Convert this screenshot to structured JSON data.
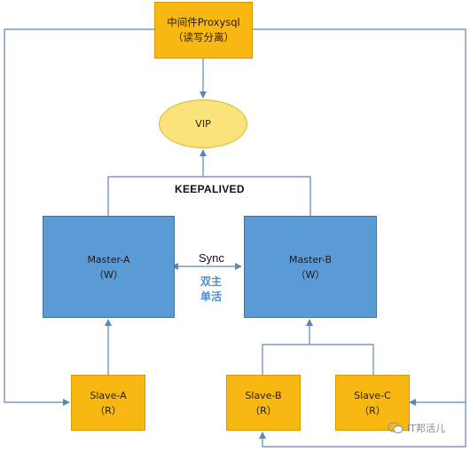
{
  "proxysql": {
    "line1": "中间件Proxysql",
    "line2": "（读写分离）"
  },
  "vip": {
    "label": "VIP"
  },
  "keepalived": {
    "label": "KEEPALIVED"
  },
  "master_a": {
    "line1": "Master-A",
    "line2": "（W）"
  },
  "master_b": {
    "line1": "Master-B",
    "line2": "（W）"
  },
  "sync": {
    "label": "Sync",
    "dual": "双主",
    "single": "单活"
  },
  "slave_a": {
    "line1": "Slave-A",
    "line2": "（R）"
  },
  "slave_b": {
    "line1": "Slave-B",
    "line2": "（R）"
  },
  "slave_c": {
    "line1": "Slave-C",
    "line2": "（R）"
  },
  "watermark": {
    "text": "IT邦活儿"
  },
  "colors": {
    "orange": "#f9b712",
    "blue": "#5b9bd5",
    "vip": "#fbe27a",
    "line": "#5b87b7",
    "accent_text": "#4f8ec6"
  }
}
